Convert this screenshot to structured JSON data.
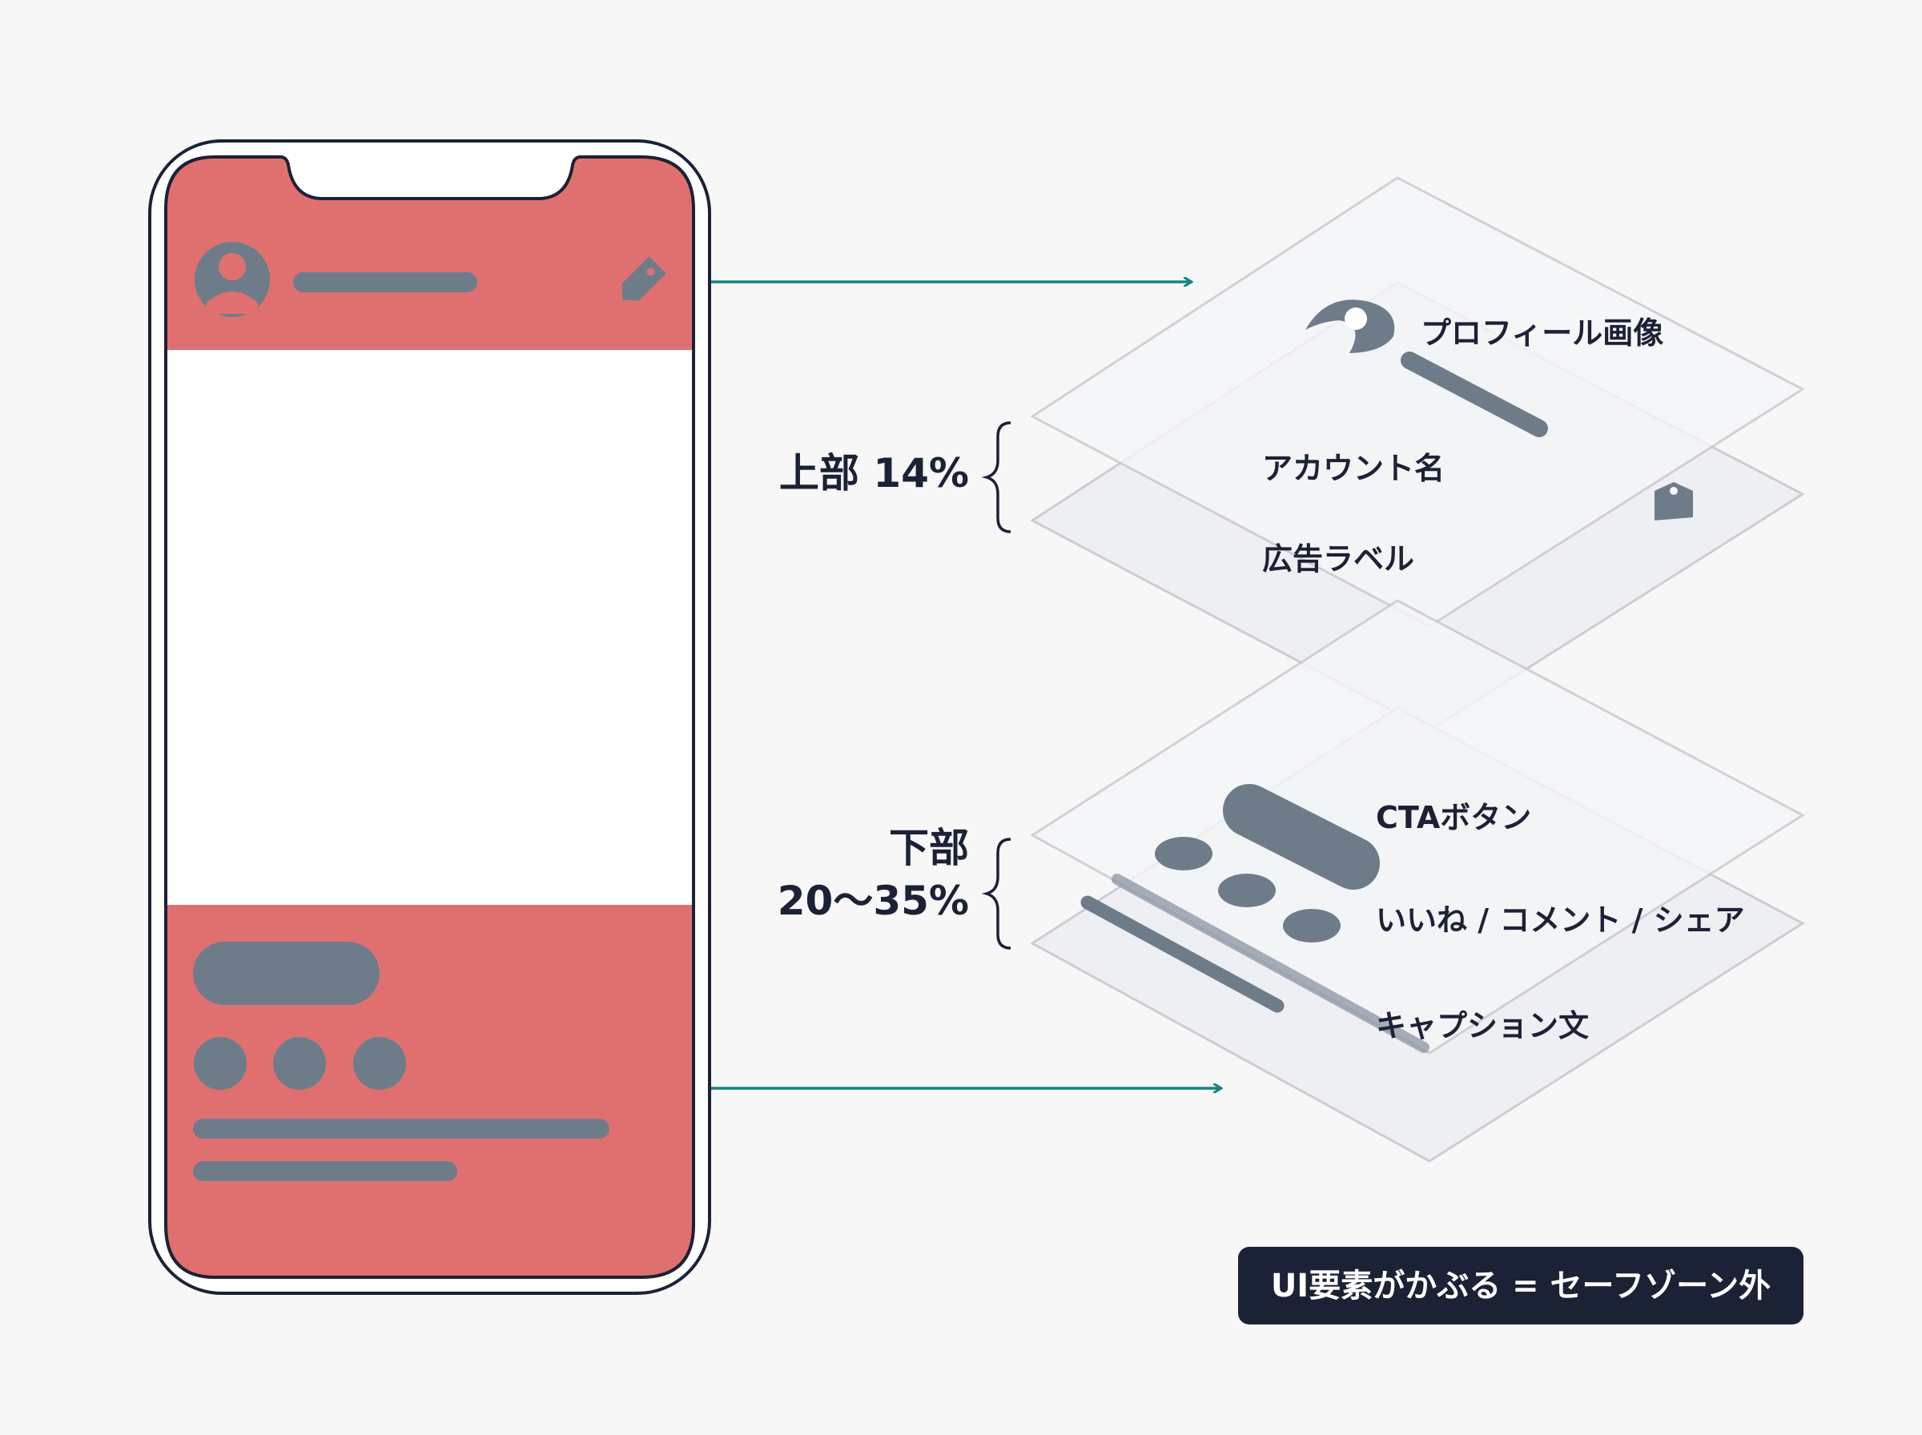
{
  "colors": {
    "background": "#f7f7f8",
    "unsafe_zone": "#e07070",
    "ui_element": "#6e7c8a",
    "phone_outline": "#1b2236",
    "arrow": "#14857d",
    "layer_fill": "#eeeff2",
    "layer_stroke": "#c8c9ce",
    "badge_bg": "#1b2236",
    "badge_text": "#ffffff"
  },
  "phone": {
    "top_zone_icons": [
      "avatar-icon",
      "tag-icon"
    ],
    "bottom_zone_icons": [
      "like-icon",
      "comment-icon",
      "share-icon"
    ]
  },
  "top_zone": {
    "label": "上部 14%",
    "layers": {
      "profile": "プロフィール画像",
      "account": "アカウント名",
      "ad_label": "広告ラベル"
    }
  },
  "bottom_zone": {
    "label_line1": "下部",
    "label_line2": "20〜35%",
    "layers": {
      "cta": "CTAボタン",
      "actions": "いいね / コメント / シェア",
      "caption": "キャプション文"
    }
  },
  "note": "UI要素がかぶる = セーフゾーン外"
}
